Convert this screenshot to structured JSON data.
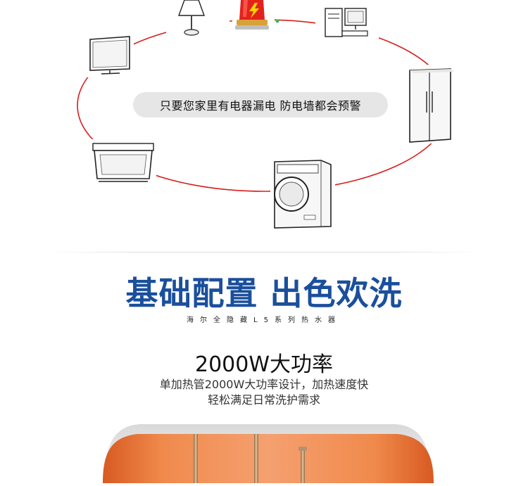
{
  "diagram": {
    "warning_text": "只要您家里有电器漏电  防电墙都会预警",
    "appliances": [
      {
        "name": "lamp-icon"
      },
      {
        "name": "alarm-light-icon"
      },
      {
        "name": "computer-icon"
      },
      {
        "name": "tv-icon"
      },
      {
        "name": "refrigerator-icon"
      },
      {
        "name": "range-hood-icon"
      },
      {
        "name": "washing-machine-icon"
      }
    ],
    "loop_color": "#d81e1e",
    "pill_color": "#e6e6e6"
  },
  "section": {
    "headline": "基础配置 出色欢洗",
    "subline": "海尔全隐藏L5系列热水器",
    "headline_color": "#1a4f9c"
  },
  "feature": {
    "title": "2000W大功率",
    "desc_line1": "单加热管2000W大功率设计，加热速度快",
    "desc_line2": "轻松满足日常洗护需求"
  },
  "colors": {
    "tank_orange": "#ec7a3d",
    "tank_shell": "#f2f2f2"
  }
}
